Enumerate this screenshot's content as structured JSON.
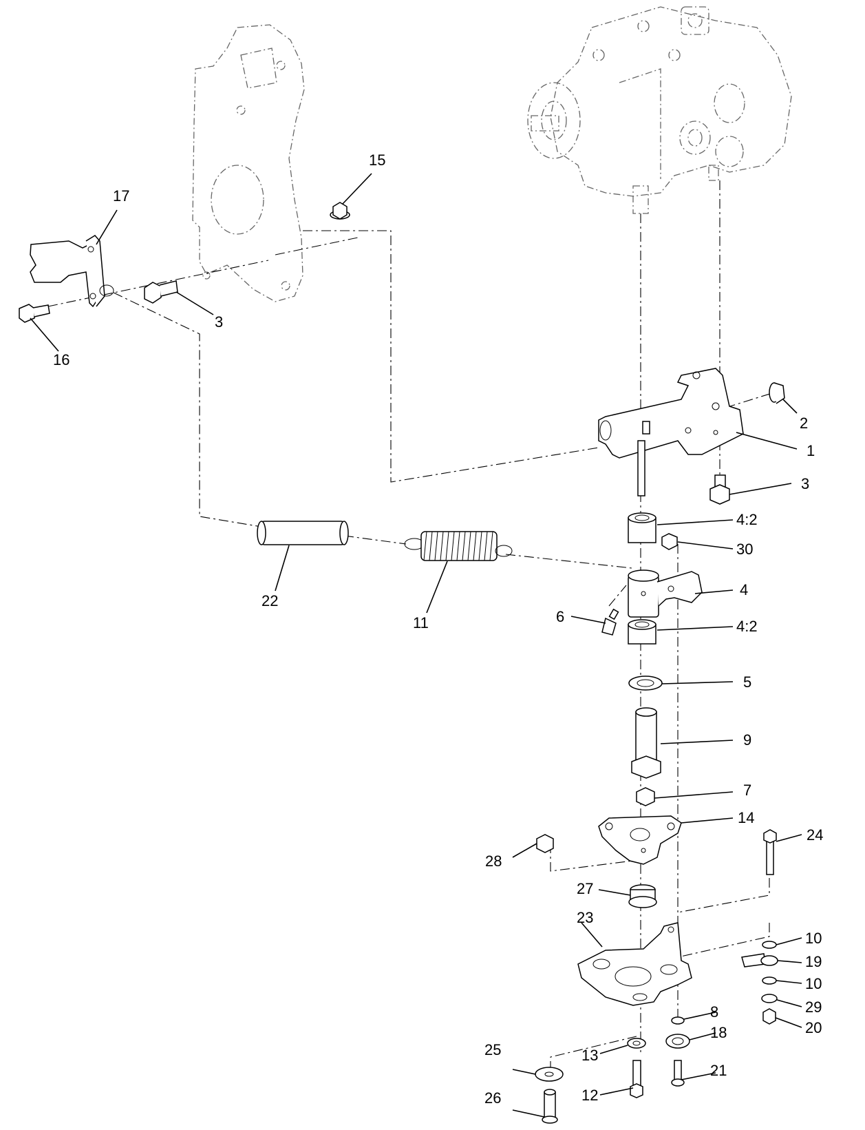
{
  "callouts": {
    "c1": "1",
    "c2": "2",
    "c3a": "3",
    "c3b": "3",
    "c4": "4",
    "c4_2a": "4:2",
    "c4_2b": "4:2",
    "c5": "5",
    "c6": "6",
    "c7": "7",
    "c8": "8",
    "c9": "9",
    "c10a": "10",
    "c10b": "10",
    "c11": "11",
    "c12": "12",
    "c13": "13",
    "c14": "14",
    "c15": "15",
    "c16": "16",
    "c17": "17",
    "c18": "18",
    "c19": "19",
    "c20": "20",
    "c21": "21",
    "c22": "22",
    "c23": "23",
    "c24": "24",
    "c25": "25",
    "c26": "26",
    "c27": "27",
    "c28": "28",
    "c29": "29",
    "c30": "30"
  }
}
